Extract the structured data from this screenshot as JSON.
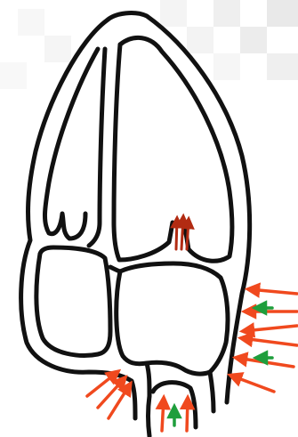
{
  "diagram": {
    "subject": "heart-chambers-sketch",
    "colors": {
      "background": "#ffffff",
      "grid_tile_light": "#f4f4f4",
      "grid_tile_dark": "#e9e9e9",
      "outline": "#111111",
      "arrow_red": "#f0491e",
      "arrow_darkred": "#b22b12",
      "arrow_green": "#1e9e3c"
    },
    "arrows": {
      "valve_outflow": {
        "count": 3,
        "color": "arrow_darkred",
        "direction": "up"
      },
      "right_side_external": {
        "count": 6,
        "color": "arrow_red",
        "direction": "left"
      },
      "right_side_internal": {
        "count": 2,
        "color": "arrow_green",
        "direction": "left"
      },
      "bottom_left_external": {
        "count": 3,
        "color": "arrow_red",
        "direction": "up-right"
      },
      "bottom_center_external": {
        "count": 2,
        "color": "arrow_red",
        "direction": "up"
      },
      "bottom_center_internal": {
        "count": 1,
        "color": "arrow_green",
        "direction": "up"
      }
    }
  }
}
